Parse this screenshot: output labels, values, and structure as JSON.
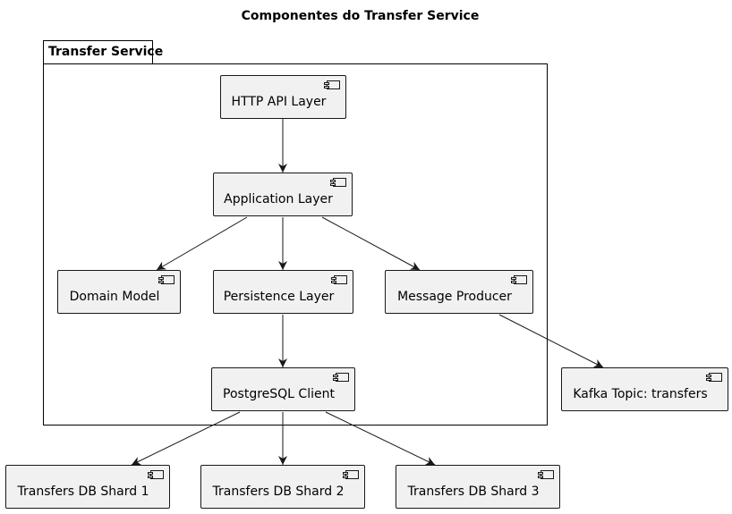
{
  "diagram": {
    "title": "Componentes do Transfer Service",
    "package": {
      "name": "Transfer Service"
    },
    "components": {
      "http_api": "HTTP API Layer",
      "application": "Application Layer",
      "domain": "Domain Model",
      "persistence": "Persistence Layer",
      "producer": "Message Producer",
      "pg_client": "PostgreSQL Client",
      "kafka": "Kafka Topic: transfers",
      "shard1": "Transfers DB Shard 1",
      "shard2": "Transfers DB Shard 2",
      "shard3": "Transfers DB Shard 3"
    },
    "edges": [
      {
        "from": "http_api",
        "to": "application"
      },
      {
        "from": "application",
        "to": "domain"
      },
      {
        "from": "application",
        "to": "persistence"
      },
      {
        "from": "application",
        "to": "producer"
      },
      {
        "from": "persistence",
        "to": "pg_client"
      },
      {
        "from": "producer",
        "to": "kafka"
      },
      {
        "from": "pg_client",
        "to": "shard1"
      },
      {
        "from": "pg_client",
        "to": "shard2"
      },
      {
        "from": "pg_client",
        "to": "shard3"
      }
    ]
  }
}
